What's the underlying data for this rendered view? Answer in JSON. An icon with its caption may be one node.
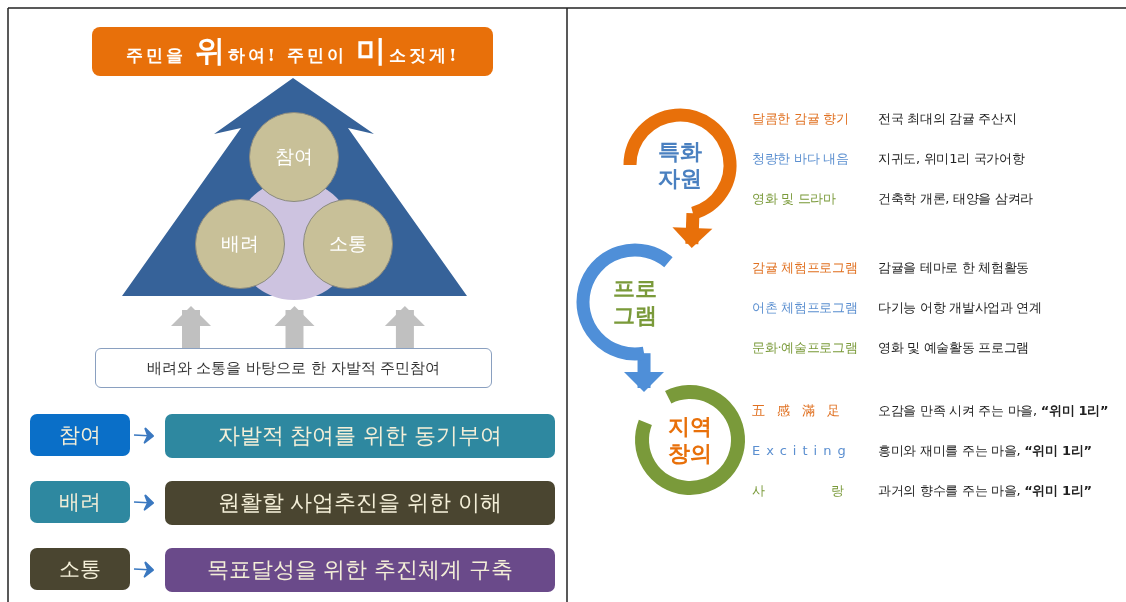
{
  "diagram": {
    "nodes": [
      {
        "text": [
          "주민을 **위**하여! 주민이 **미**소짓게!"
        ]
      },
      {
        "text": [],
        "shape": "triangle"
      },
      {
        "text": [
          "참여"
        ],
        "in": 1
      },
      {
        "text": [
          "배려"
        ],
        "in": 1
      },
      {
        "text": [
          "소통"
        ],
        "in": 1
      },
      {
        "text": [
          "배려와 소통을 바탕으로 한 자발적 주민참여"
        ]
      },
      {
        "text": [
          "참여"
        ]
      },
      {
        "text": [
          "자발적 참여를 위한 동기부여"
        ]
      },
      {
        "text": [
          "배려"
        ]
      },
      {
        "text": [
          "원활할 사업추진을 위한 이해"
        ]
      },
      {
        "text": [
          "소통"
        ]
      },
      {
        "text": [
          "목표달성을 위한 추진체계 구축"
        ]
      },
      {
        "text": [
          "특화 자원"
        ],
        "beside": [
          "달콤한 감귤 향기",
          "전국 최대의 감귤 주산지",
          "청량한 바다 내음",
          "지귀도, 위미1리 국가어항",
          "영화 및 드라마",
          "건축학 개론, 태양을 삼켜라"
        ]
      },
      {
        "text": [
          "프로 그램"
        ],
        "beside": [
          "감귤 체험프로그램",
          "감귤을 테마로 한 체험활동",
          "어촌 체험프로그램",
          "다기능 어항 개발사업과 연계",
          "문화·예술프로그램",
          "영화 및 예술활동 프로그램"
        ]
      },
      {
        "text": [
          "지역 창의"
        ],
        "beside": [
          "五感滿足",
          "오감을 만족 시켜 주는 마을, **“위미 1리”**",
          "Exciting",
          "흥미와 재미를 주는 마을, **“위미 1리”**",
          "사랑",
          "과거의 향수를 주는 마을, **“위미 1리”**"
        ]
      }
    ],
    "edges": [
      {
        "from": 5,
        "to": 1,
        "arrow": "to",
        "color": "#c0c0c0"
      },
      {
        "from": 5,
        "to": 1,
        "arrow": "to",
        "color": "#c0c0c0"
      },
      {
        "from": 5,
        "to": 1,
        "arrow": "to",
        "color": "#c0c0c0"
      },
      {
        "from": 6,
        "to": 7,
        "arrow": "to",
        "color": "#3a78c0"
      },
      {
        "from": 8,
        "to": 9,
        "arrow": "to",
        "color": "#3a78c0"
      },
      {
        "from": 10,
        "to": 11,
        "arrow": "to",
        "color": "#3a78c0"
      },
      {
        "from": 12,
        "to": 13,
        "arrow": "to",
        "color": "#e8700a"
      },
      {
        "from": 13,
        "to": 14,
        "arrow": "to",
        "color": "#4f8fd8"
      }
    ]
  }
}
